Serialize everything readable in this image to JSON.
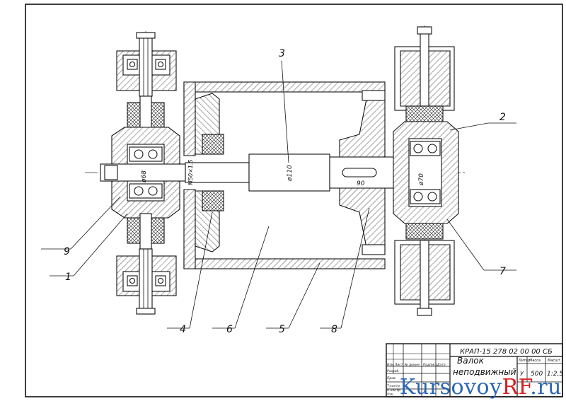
{
  "leaders": [
    "1",
    "2",
    "3",
    "4",
    "5",
    "6",
    "7",
    "8",
    "9"
  ],
  "dimensions": {
    "d_left_bearing": "ø68",
    "d_thread": "M50×1.5",
    "d_shaft": "ø110",
    "d_right_bearing": "ø70",
    "key_length": "90"
  },
  "title_block": {
    "doc_code": "КРАП-15 278 02 00 00 СБ",
    "name_line1": "Валок",
    "name_line2": "неподвижный",
    "col_lit": "Литер",
    "col_mass": "Масса",
    "col_scale": "Масшт.",
    "lit_value": "У",
    "mass_value": "500",
    "scale_value": "1:2,5",
    "row_labels": [
      "Изм.",
      "Лист",
      "№ докум.",
      "Подпись",
      "Дата"
    ],
    "staff_labels": [
      "Разраб.",
      "Пров.",
      "Т.контр.",
      "Н.контр.",
      "Утв."
    ]
  },
  "watermark": {
    "part1": "Kursovoy",
    "part2": "RF",
    "part3": ".ru"
  }
}
